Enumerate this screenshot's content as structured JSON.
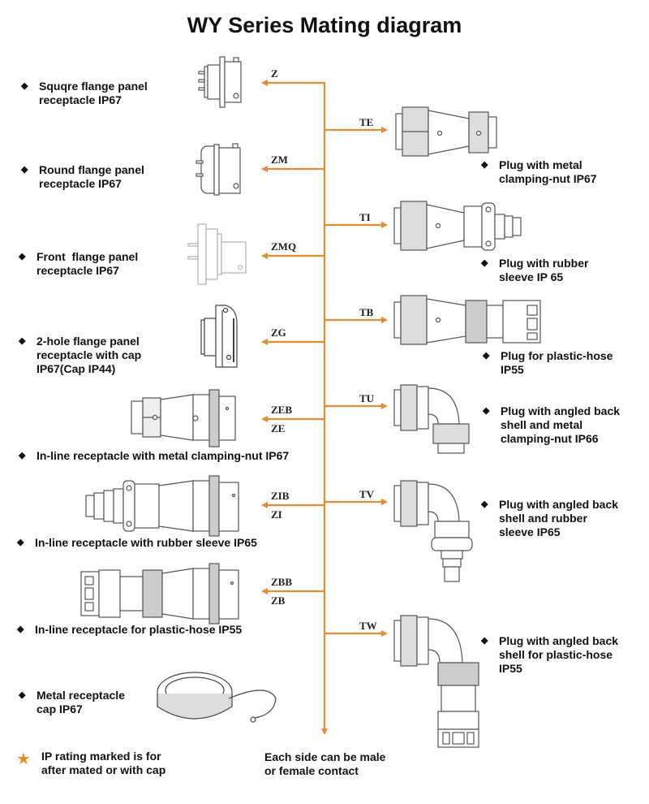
{
  "title": "WY Series Mating diagram",
  "accent_color": "#e98a2e",
  "receptacles": [
    {
      "code": "Z",
      "label_lines": [
        "Squqre flange panel",
        "receptacle IP67"
      ],
      "icon": "square-flange-receptacle-icon"
    },
    {
      "code": "ZM",
      "label_lines": [
        "Round flange panel",
        "receptacle IP67"
      ],
      "icon": "round-flange-receptacle-icon"
    },
    {
      "code": "ZMQ",
      "label_lines": [
        "Front  flange panel",
        "receptacle IP67"
      ],
      "icon": "front-flange-receptacle-icon"
    },
    {
      "code": "ZG",
      "label_lines": [
        "2-hole flange panel",
        "receptacle with cap",
        "IP67(Cap IP44)"
      ],
      "icon": "two-hole-flange-receptacle-icon"
    },
    {
      "code": "ZEB",
      "code2": "ZE",
      "label_lines": [
        "In-line receptacle with metal clamping-nut IP67"
      ],
      "icon": "inline-receptacle-clamping-nut-icon"
    },
    {
      "code": "ZIB",
      "code2": "ZI",
      "label_lines": [
        "In-line receptacle with rubber sleeve IP65"
      ],
      "icon": "inline-receptacle-rubber-sleeve-icon"
    },
    {
      "code": "ZBB",
      "code2": "ZB",
      "label_lines": [
        "In-line receptacle for plastic-hose IP55"
      ],
      "icon": "inline-receptacle-plastic-hose-icon"
    }
  ],
  "cap": {
    "label_lines": [
      "Metal receptacle",
      "cap IP67"
    ],
    "icon": "metal-cap-icon"
  },
  "plugs": [
    {
      "code": "TE",
      "label_lines": [
        "Plug with metal",
        "clamping-nut IP67"
      ],
      "icon": "plug-clamping-nut-icon"
    },
    {
      "code": "TI",
      "label_lines": [
        "Plug with rubber",
        "sleeve IP 65"
      ],
      "icon": "plug-rubber-sleeve-icon"
    },
    {
      "code": "TB",
      "label_lines": [
        "Plug for plastic-hose",
        "IP55"
      ],
      "icon": "plug-plastic-hose-icon"
    },
    {
      "code": "TU",
      "label_lines": [
        "Plug with angled back",
        "shell and metal",
        "clamping-nut IP66"
      ],
      "icon": "angled-plug-clamping-nut-icon"
    },
    {
      "code": "TV",
      "label_lines": [
        "Plug with angled back",
        "shell and rubber",
        "sleeve IP65"
      ],
      "icon": "angled-plug-rubber-sleeve-icon"
    },
    {
      "code": "TW",
      "label_lines": [
        "Plug with angled back",
        "shell for plastic-hose",
        "IP55"
      ],
      "icon": "angled-plug-plastic-hose-icon"
    }
  ],
  "notes": {
    "ip_note": [
      "IP rating marked is for",
      "after mated or with cap"
    ],
    "contact_note": [
      "Each side can be male",
      "or female contact"
    ]
  }
}
